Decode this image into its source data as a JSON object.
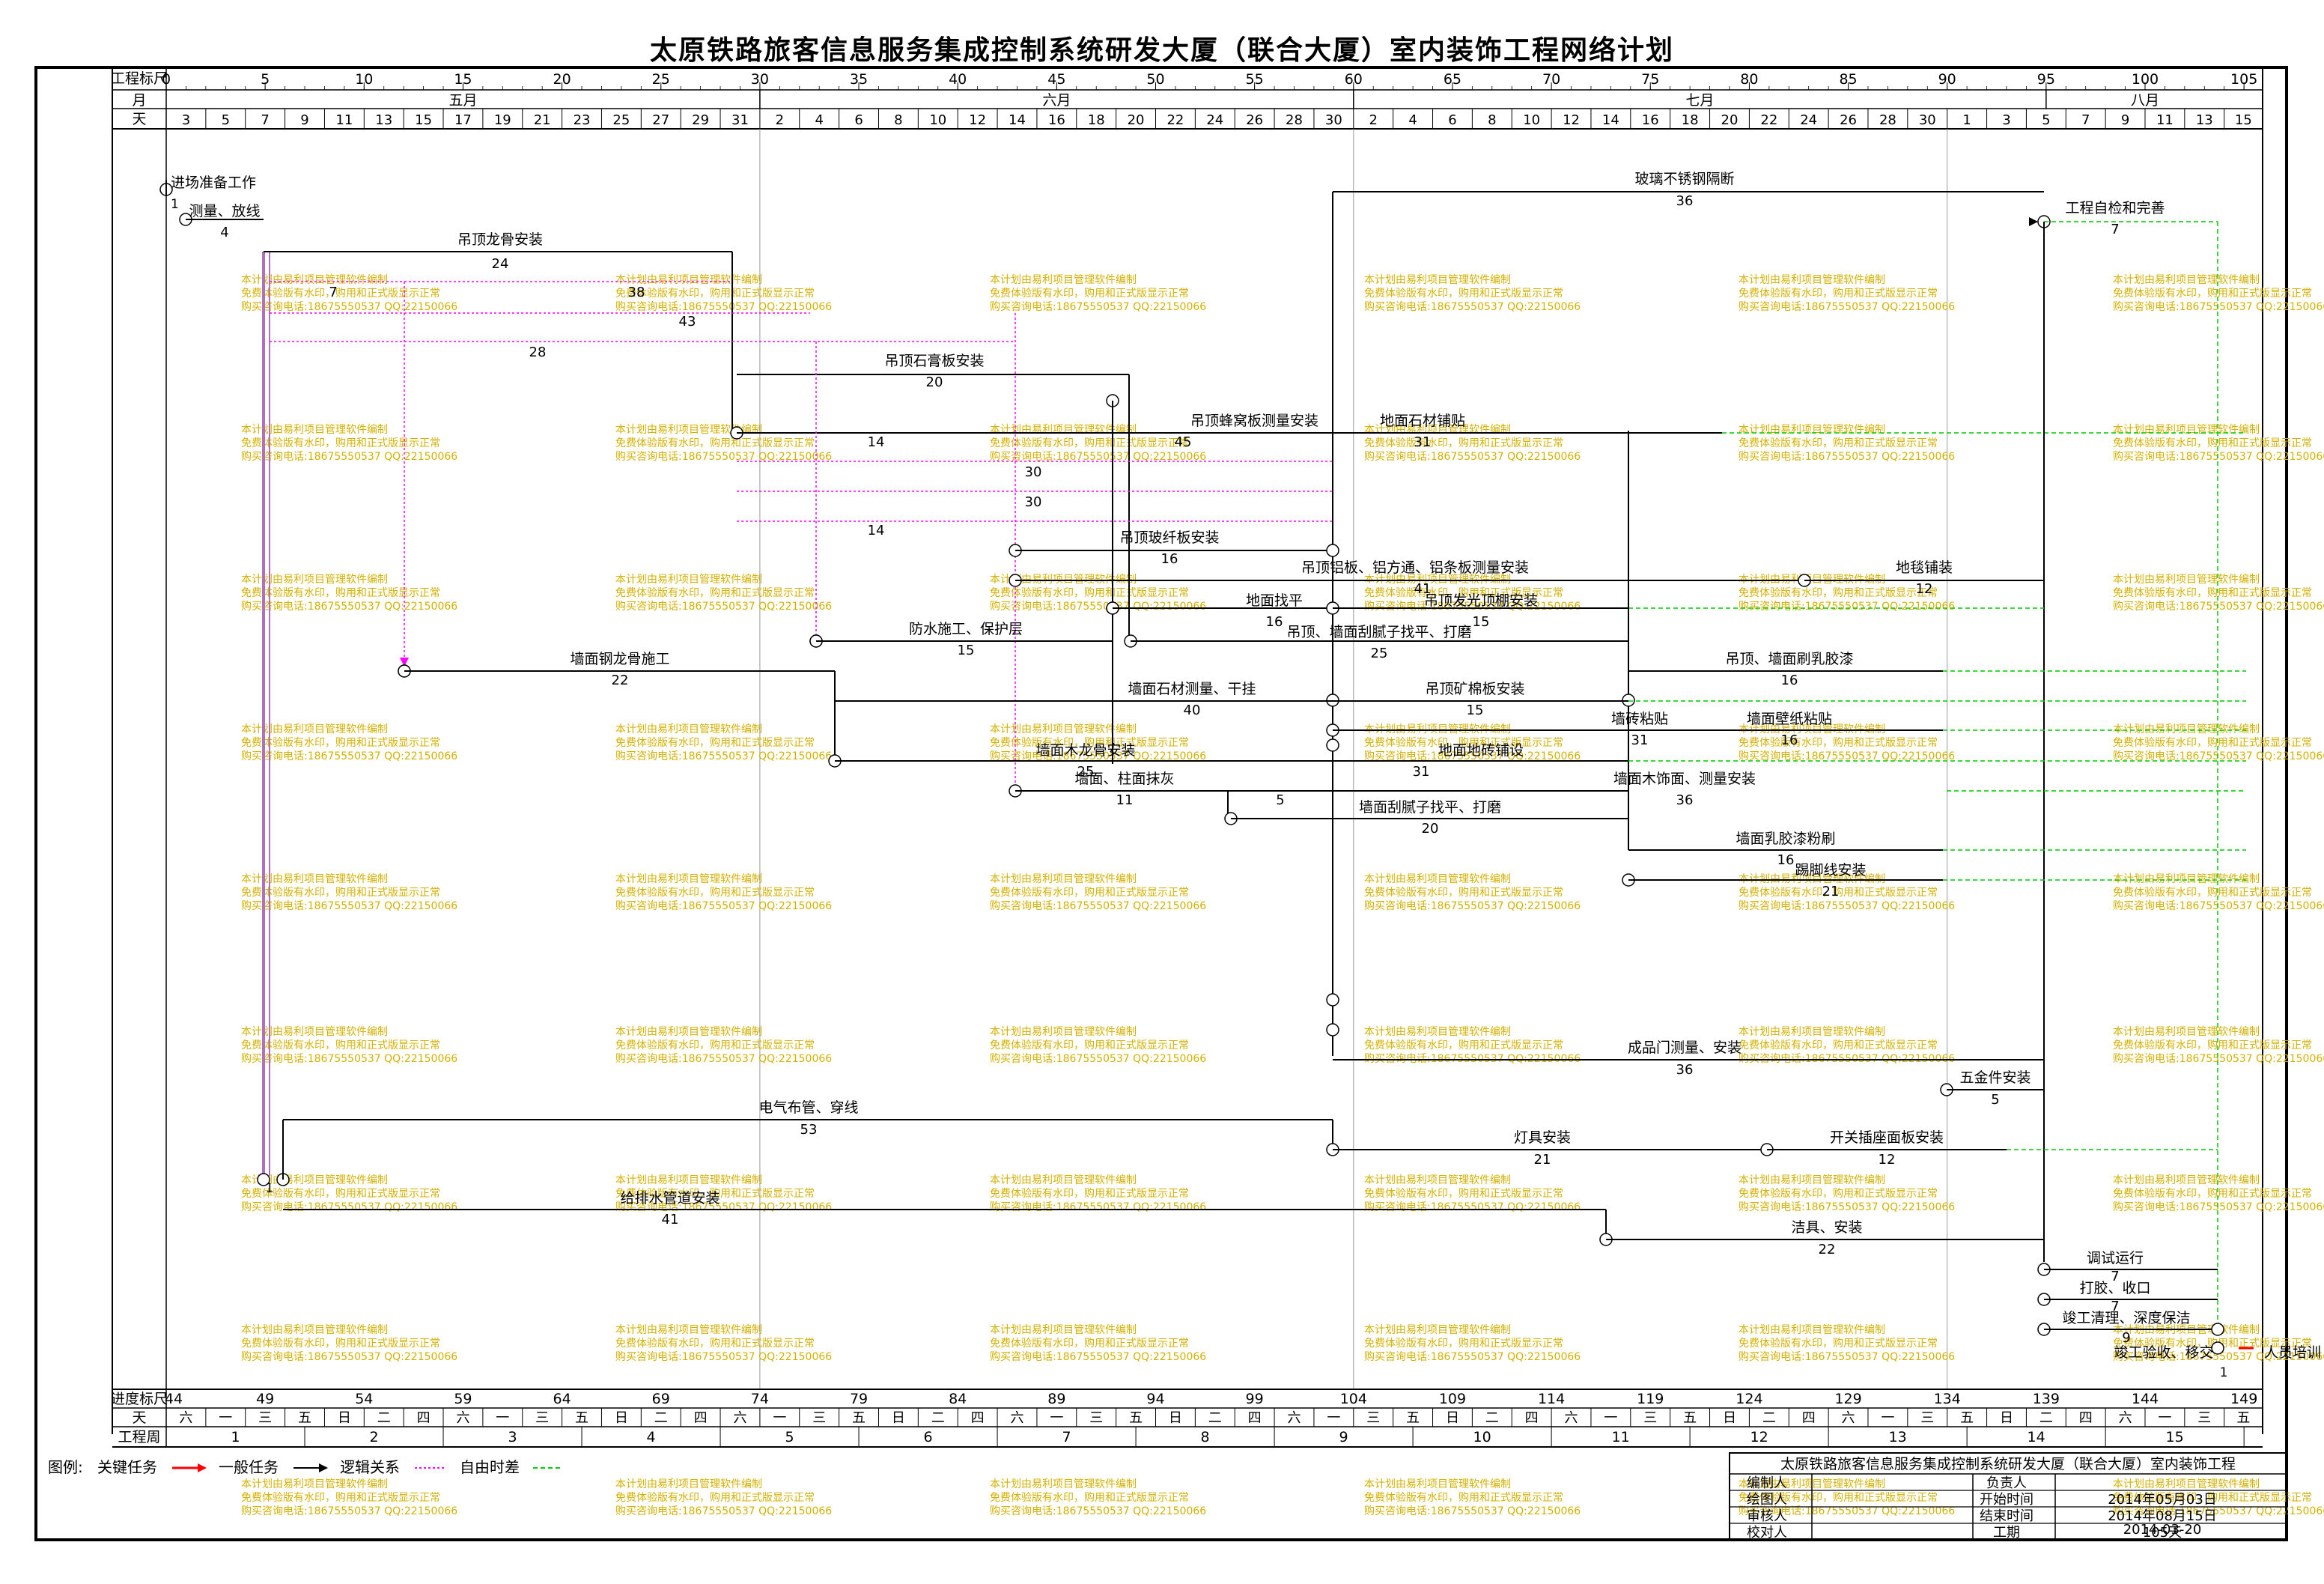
{
  "title": "太原铁路旅客信息服务集成控制系统研发大厦（联合大厦）室内装饰工程网络计划",
  "header": {
    "row_label_scale": "工程标尺",
    "row_label_month": "月",
    "row_label_day": "天",
    "scale_ticks": [
      "0",
      "5",
      "10",
      "15",
      "20",
      "25",
      "30",
      "35",
      "40",
      "45",
      "50",
      "55",
      "60",
      "65",
      "70",
      "75",
      "80",
      "85",
      "90",
      "95",
      "100",
      "105"
    ],
    "months": [
      "五月",
      "六月",
      "七月",
      "八月"
    ],
    "days": [
      "3",
      "5",
      "7",
      "9",
      "11",
      "13",
      "15",
      "17",
      "19",
      "21",
      "23",
      "25",
      "27",
      "29",
      "31",
      "2",
      "4",
      "6",
      "8",
      "10",
      "12",
      "14",
      "16",
      "18",
      "20",
      "22",
      "24",
      "26",
      "28",
      "30",
      "2",
      "4",
      "6",
      "8",
      "10",
      "12",
      "14",
      "16",
      "18",
      "20",
      "22",
      "24",
      "26",
      "28",
      "30",
      "1",
      "3",
      "5",
      "7",
      "9",
      "11",
      "13",
      "15"
    ]
  },
  "footer": {
    "row_label_progress": "进度标尺",
    "row_label_weekday": "天",
    "row_label_week": "工程周",
    "progress_ticks": [
      "44",
      "49",
      "54",
      "59",
      "64",
      "69",
      "74",
      "79",
      "84",
      "89",
      "94",
      "99",
      "104",
      "109",
      "114",
      "119",
      "124",
      "129",
      "134",
      "139",
      "144",
      "149"
    ],
    "weekdays": [
      "六",
      "一",
      "三",
      "五",
      "日",
      "二",
      "四",
      "六",
      "一",
      "三",
      "五",
      "日",
      "二",
      "四",
      "六",
      "一",
      "三",
      "五",
      "日",
      "二",
      "四",
      "六",
      "一",
      "三",
      "五",
      "日",
      "二",
      "四",
      "六",
      "一",
      "三",
      "五",
      "日",
      "二",
      "四",
      "六",
      "一",
      "三",
      "五",
      "日",
      "二",
      "四",
      "六",
      "一",
      "三",
      "五",
      "日",
      "二",
      "四",
      "六",
      "一",
      "三",
      "五"
    ],
    "weeks": [
      "1",
      "2",
      "3",
      "4",
      "5",
      "6",
      "7",
      "8",
      "9",
      "10",
      "11",
      "12",
      "13",
      "14",
      "15"
    ]
  },
  "tasks": [
    {
      "name": "进场准备工作",
      "days": "1"
    },
    {
      "name": "测量、放线",
      "days": "4"
    },
    {
      "name": "吊顶龙骨安装",
      "days": "24"
    },
    {
      "name": "吊顶石膏板安装",
      "days": "20"
    },
    {
      "name": "吊顶蜂窝板测量安装",
      "days": "45"
    },
    {
      "name": "地面石材铺贴",
      "days": "31"
    },
    {
      "name": "玻璃不锈钢隔断",
      "days": "36"
    },
    {
      "name": "工程自检和完善",
      "days": "7"
    },
    {
      "name": "吊顶玻纤板安装",
      "days": "16"
    },
    {
      "name": "吊顶铝板、铝方通、铝条板测量安装",
      "days": "41"
    },
    {
      "name": "地毯铺装",
      "days": "12"
    },
    {
      "name": "地面找平",
      "days": "16"
    },
    {
      "name": "吊顶发光顶棚安装",
      "days": "15"
    },
    {
      "name": "防水施工、保护层",
      "days": "15"
    },
    {
      "name": "吊顶、墙面刮腻子找平、打磨",
      "days": "25"
    },
    {
      "name": "墙面钢龙骨施工",
      "days": "22"
    },
    {
      "name": "吊顶、墙面刷乳胶漆",
      "days": "16"
    },
    {
      "name": "墙面石材测量、干挂",
      "days": "40"
    },
    {
      "name": "吊顶矿棉板安装",
      "days": "15"
    },
    {
      "name": "墙砖粘贴",
      "days": "31"
    },
    {
      "name": "墙面壁纸粘贴",
      "days": "16"
    },
    {
      "name": "墙面木龙骨安装",
      "days": "25"
    },
    {
      "name": "地面地砖铺设",
      "days": "31"
    },
    {
      "name": "墙面、柱面抹灰",
      "days": "11"
    },
    {
      "name": "墙面木饰面、测量安装",
      "days": "36"
    },
    {
      "name": "墙面刮腻子找平、打磨",
      "days": "20"
    },
    {
      "name": "墙面乳胶漆粉刷",
      "days": "16"
    },
    {
      "name": "踢脚线安装",
      "days": "21"
    },
    {
      "name": "成品门测量、安装",
      "days": "36"
    },
    {
      "name": "五金件安装",
      "days": "5"
    },
    {
      "name": "电气布管、穿线",
      "days": "53"
    },
    {
      "name": "灯具安装",
      "days": "21"
    },
    {
      "name": "开关插座面板安装",
      "days": "12"
    },
    {
      "name": "给排水管道安装",
      "days": "41"
    },
    {
      "name": "洁具、安装",
      "days": "22"
    },
    {
      "name": "调试运行",
      "days": "7"
    },
    {
      "name": "打胶、收口",
      "days": "7"
    },
    {
      "name": "竣工清理、深度保洁",
      "days": "9"
    },
    {
      "name": "竣工验收、移交",
      "days": "1"
    },
    {
      "name": "人员培训",
      "days": ""
    }
  ],
  "float_numbers": [
    "38",
    "43",
    "28",
    "14",
    "30",
    "30",
    "14",
    "7",
    "5"
  ],
  "legend": {
    "label": "图例:",
    "critical": "关键任务",
    "general": "一般任务",
    "logic": "逻辑关系",
    "free_float": "自由时差",
    "colors": {
      "critical": "#ff0000",
      "general": "#000000",
      "logic": "#000000",
      "free_float": "#ff00ff",
      "float_line": "#00cc00",
      "watermark": "#d4b000"
    }
  },
  "info_table": {
    "project": "太原铁路旅客信息服务集成控制系统研发大厦（联合大厦）室内装饰工程",
    "rows": [
      {
        "label": "编制人",
        "key": "负责人",
        "value": ""
      },
      {
        "label": "绘图人",
        "key": "开始时间",
        "value": "2014年05月03日"
      },
      {
        "label": "审核人",
        "key": "结束时间",
        "value": "2014年08月15日"
      },
      {
        "label": "校对人",
        "key": "工期",
        "value": "105天"
      }
    ],
    "date": "2014-03-20"
  },
  "watermark": [
    "本计划由易利项目管理软件编制",
    "免费体验版有水印，购用和正式版显示正常",
    "购买咨询电话:18675550537 QQ:22150066"
  ]
}
